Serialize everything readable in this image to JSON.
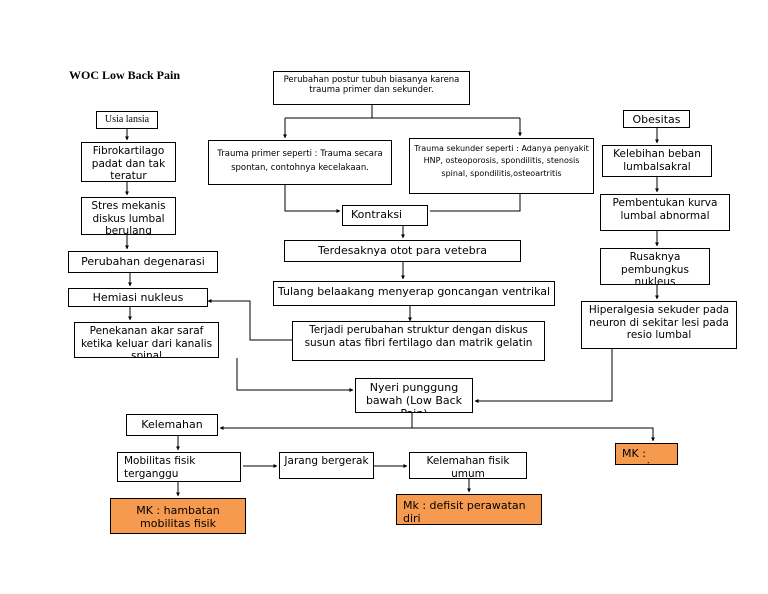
{
  "title": "WOC Low Back Pain",
  "nodes": {
    "perubahan_postur": "Perubahan postur tubuh biasanya karena trauma primer dan sekunder.",
    "usia_lansia": "Usia lansia",
    "fibrokartilago": "Fibrokartilago padat dan tak teratur",
    "stres_mekanis": "Stres mekanis diskus lumbal berulang",
    "perubahan_degenerasi": "Perubahan degenarasi",
    "herniasi": "Hemiasi nukleus",
    "penekanan": "Penekanan akar saraf ketika keluar dari kanalis spinal",
    "trauma_primer": "Trauma primer seperti : Trauma secara spontan, contohnya kecelakaan.",
    "trauma_sekunder": "Trauma sekunder seperti : Adanya penyakit HNP, osteoporosis, spondilitis, stenosis spinal, spondilitis,osteoartritis",
    "kontraksi": "Kontraksi",
    "terdesaknya": "Terdesaknya otot para vetebra",
    "tulang": "Tulang belaakang menyerap goncangan ventrikal",
    "terjadi_perubahan": "Terjadi perubahan struktur dengan diskus susun atas fibri fertilago dan matrik gelatin",
    "obesitas": "Obesitas",
    "kelebihan": "Kelebihan beban lumbalsakral",
    "pembentukan": "Pembentukan kurva lumbal abnormal",
    "rusaknya": "Rusaknya pembungkus nukleus",
    "hiperalgesia": "Hiperalgesia sekuder pada neuron di sekitar lesi pada resio lumbal",
    "nyeri": "Nyeri punggung bawah (Low Back Pain)",
    "kelemahan": "Kelemahan",
    "mobilitas": "Mobilitas fisik terganggu",
    "jarang": "Jarang bergerak",
    "kelemahan_fisik": "Kelemahan fisik umum",
    "mk_hambatan": "MK : hambatan mobilitas fisik",
    "mk_defisit": "Mk : defisit perawatan diri",
    "mk_nyeri": "MK : nyeri"
  },
  "colors": {
    "diagnosis_fill": "#f59a4f",
    "line": "#000000"
  }
}
